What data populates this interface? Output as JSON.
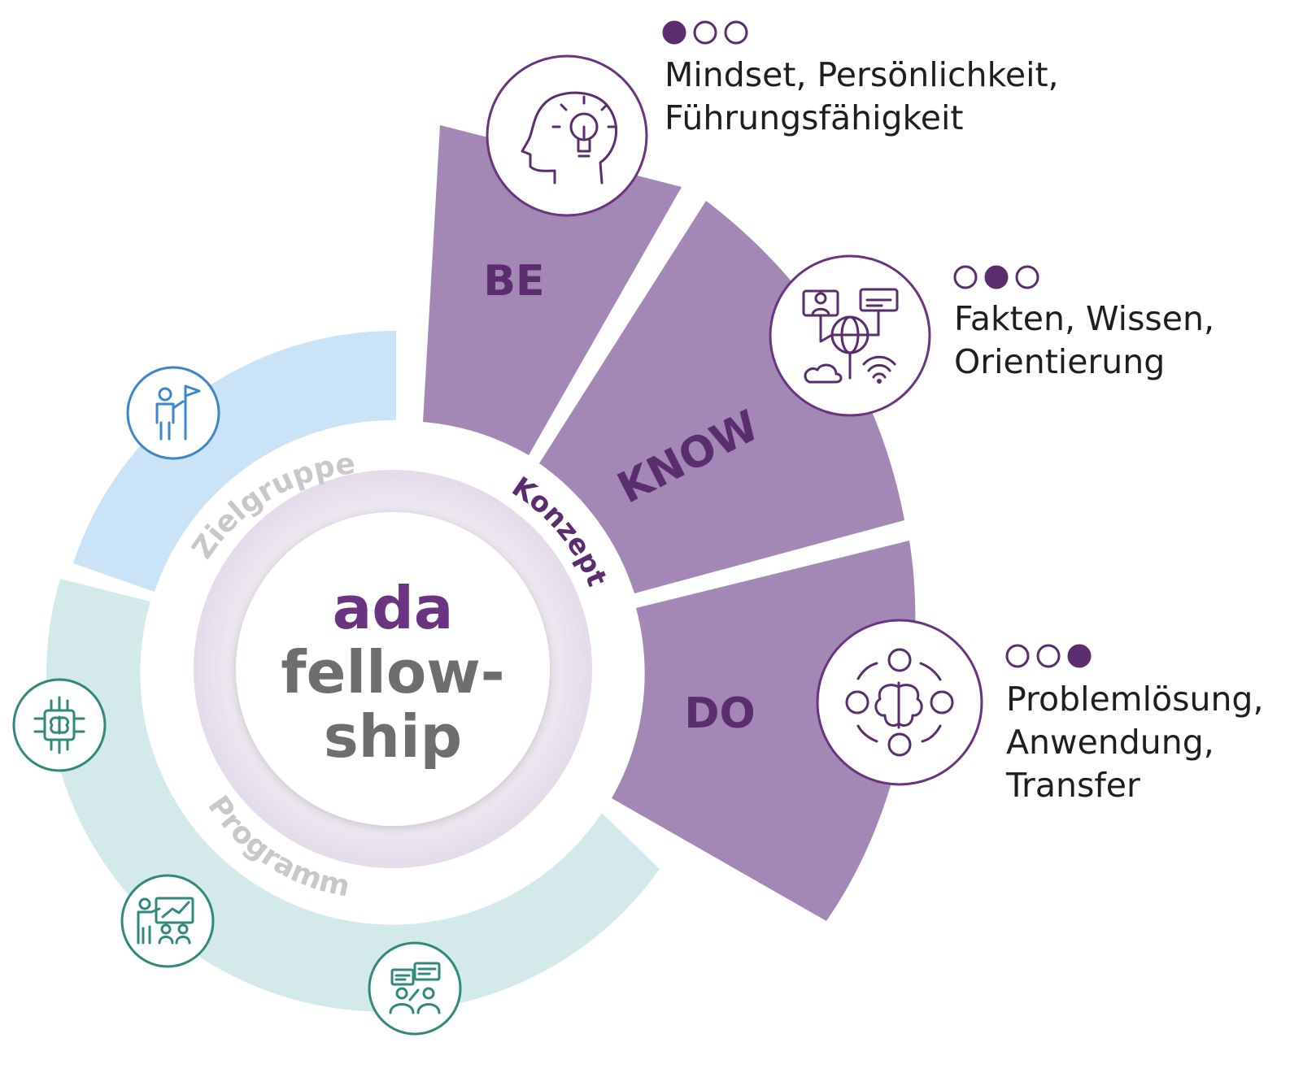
{
  "center": {
    "line1": "ada",
    "line2": "fellow-",
    "line3": "ship"
  },
  "rings": {
    "zielgruppe": "Zielgruppe",
    "programm": "Programm",
    "konzept": "Konzept"
  },
  "segments": {
    "be": {
      "label": "BE",
      "desc_line1": "Mindset, Persönlichkeit,",
      "desc_line2": "Führungsfähigkeit",
      "active_dot": 1,
      "icon": "head-lightbulb-icon"
    },
    "know": {
      "label": "KNOW",
      "desc_line1": "Fakten, Wissen,",
      "desc_line2": "Orientierung",
      "active_dot": 2,
      "icon": "network-globe-icon"
    },
    "do": {
      "label": "DO",
      "desc_line1": "Problemlösung,",
      "desc_line2": "Anwendung,",
      "desc_line3": "Transfer",
      "active_dot": 3,
      "icon": "brain-team-cycle-icon"
    }
  },
  "side_icons": [
    "person-flag-icon",
    "chip-brain-icon",
    "presentation-icon",
    "discussion-icon"
  ],
  "colors": {
    "purple_segment": "#a387b4",
    "purple_dark": "#5a2d6e",
    "blue_band": "#cbe3f7",
    "teal_band": "#d4eaea",
    "blue_icon": "#3a87c9",
    "teal_icon": "#2f8a7c",
    "grey_text": "#6e6e70"
  }
}
